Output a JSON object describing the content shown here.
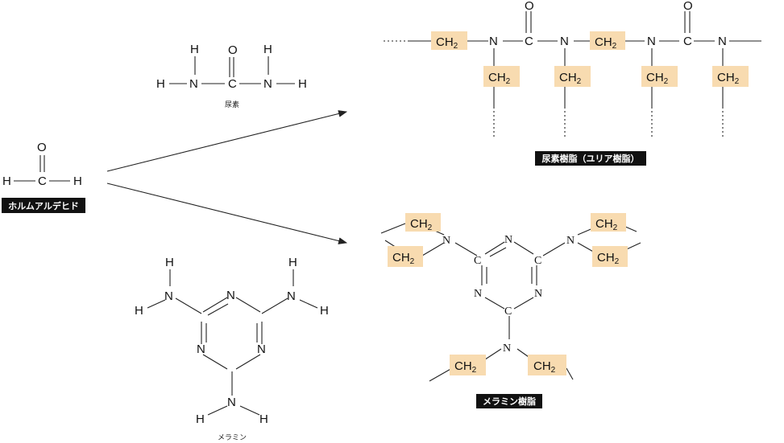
{
  "formaldehyde": {
    "atoms": {
      "h": "H",
      "c": "C",
      "o": "O"
    },
    "label": "ホルムアルデヒド"
  },
  "urea": {
    "atoms": {
      "h": "H",
      "n": "N",
      "c": "C",
      "o": "O"
    },
    "caption": "尿素"
  },
  "melamine": {
    "atoms": {
      "h": "H",
      "n": "N"
    },
    "caption": "メラミン"
  },
  "urea_resin": {
    "ch2": "CH",
    "ch2_sub": "2",
    "atoms": {
      "n": "N",
      "c": "C",
      "o": "O"
    },
    "label": "尿素樹脂（ユリア樹脂）"
  },
  "melamine_resin": {
    "ch2": "CH",
    "ch2_sub": "2",
    "atoms": {
      "n": "N",
      "c": "C"
    },
    "label": "メラミン樹脂"
  },
  "colors": {
    "highlight": "#f8dbb0",
    "label_bg": "#111111",
    "line": "#222222"
  }
}
